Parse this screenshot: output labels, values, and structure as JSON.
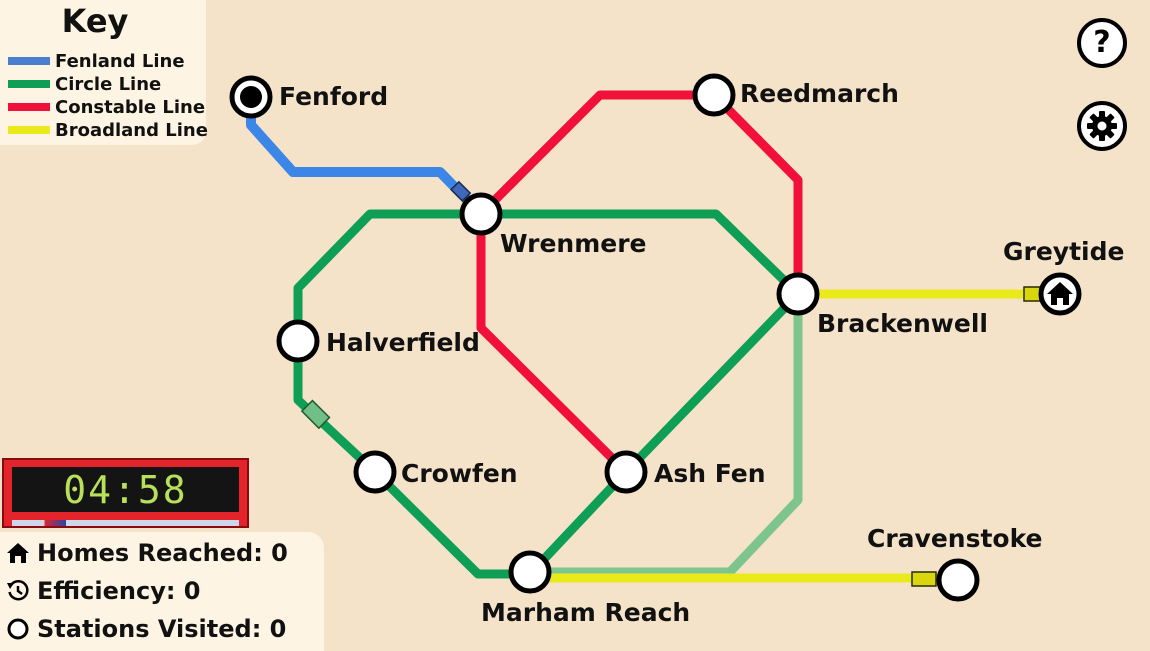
{
  "key": {
    "title": "Key",
    "lines": [
      {
        "name": "Fenland Line",
        "color": "#4a7fd0"
      },
      {
        "name": "Circle Line",
        "color": "#0e9e55"
      },
      {
        "name": "Constable Line",
        "color": "#f0103a"
      },
      {
        "name": "Broadland Line",
        "color": "#eaea1a"
      }
    ]
  },
  "stations": {
    "fenford": "Fenford",
    "reedmarch": "Reedmarch",
    "wrenmere": "Wrenmere",
    "greytide": "Greytide",
    "brackenwell": "Brackenwell",
    "halverfield": "Halverfield",
    "crowfen": "Crowfen",
    "ash_fen": "Ash Fen",
    "cravenstoke": "Cravenstoke",
    "marham_reach": "Marham Reach"
  },
  "line_colors": {
    "fenland": "#3b86e6",
    "circle": "#0e9e55",
    "circle_light": "#7dc48e",
    "constable": "#f0103a",
    "broadland": "#eaea1a"
  },
  "controls": {
    "help_label": "?",
    "help_icon": "help-icon",
    "settings_icon": "gear-icon"
  },
  "timer": {
    "display": "04:58",
    "progress_fraction": 0.24
  },
  "stats": {
    "homes": "Homes Reached: 0",
    "efficiency": "Efficiency: 0",
    "visited": "Stations Visited: 0"
  }
}
